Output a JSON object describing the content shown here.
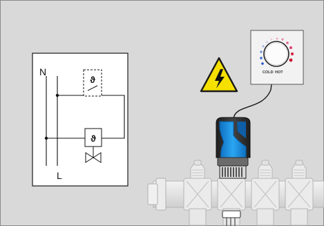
{
  "schematic": {
    "neutral_label": "N",
    "live_label": "L",
    "thermostat_symbol": "ϑ",
    "actuator_symbol": "ϑ"
  },
  "thermostat": {
    "cold_label": "COLD",
    "hot_label": "HOT"
  },
  "warning": {
    "icon": "high-voltage-warning-icon",
    "symbol": "ϟ"
  },
  "colors": {
    "background": "#d9d9d9",
    "panel": "#ffffff",
    "actuator_body": "#2e2e2e",
    "actuator_accent": "#1e8fe0",
    "warning_yellow": "#f5e000"
  }
}
